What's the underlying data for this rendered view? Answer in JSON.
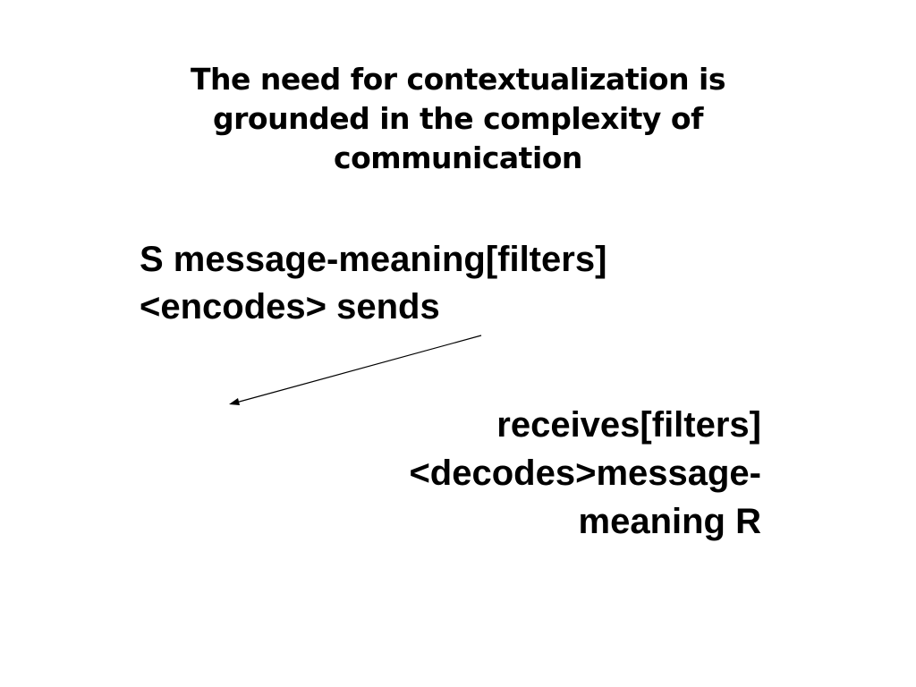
{
  "slide": {
    "title_lines": [
      "The need for contextualization is",
      "grounded in the complexity of",
      "communication"
    ],
    "sender_lines": [
      "S message-meaning[filters]",
      "<encodes> sends"
    ],
    "receiver_lines": [
      "receives[filters]",
      "<decodes>message-",
      "meaning R"
    ]
  }
}
